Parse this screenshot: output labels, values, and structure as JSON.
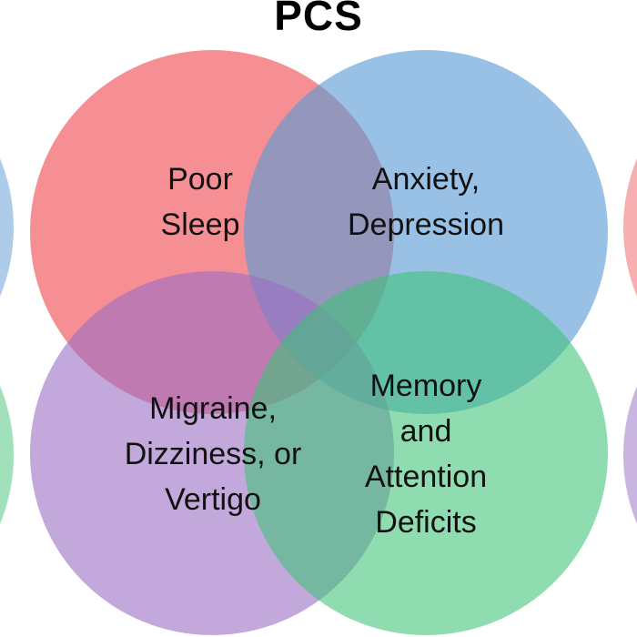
{
  "title": "PCS",
  "circles": [
    {
      "name": "sleep",
      "color": "#f47c80",
      "lines": [
        "Poor",
        "Sleep"
      ]
    },
    {
      "name": "anxiety",
      "color": "#5b9bd5",
      "lines": [
        "Anxiety,",
        "Depression"
      ]
    },
    {
      "name": "migraine",
      "color": "#a985c9",
      "lines": [
        "Migraine,",
        "Dizziness, or",
        "Vertigo"
      ]
    },
    {
      "name": "memory",
      "color": "#4fc981",
      "lines": [
        "Memory",
        "and",
        "Attention",
        "Deficits"
      ]
    }
  ]
}
